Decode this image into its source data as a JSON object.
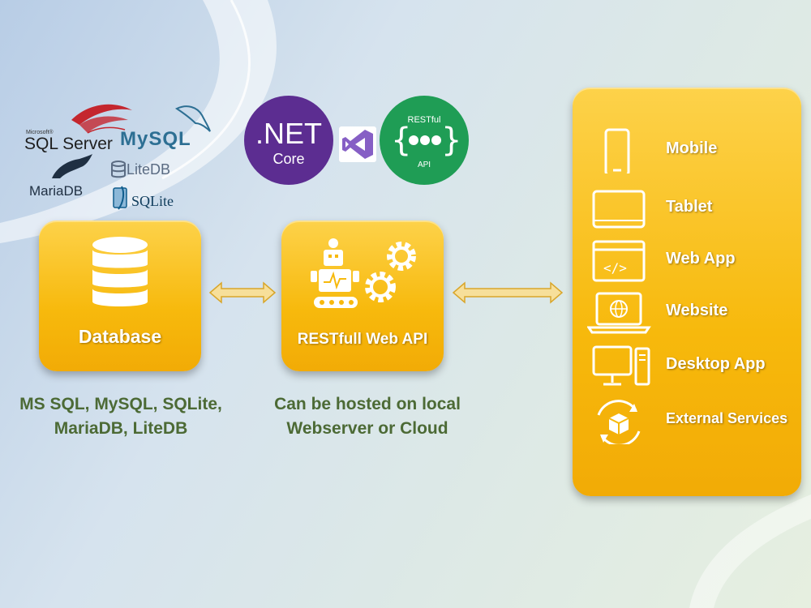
{
  "logos": {
    "sqlserver_small": "Microsoft®",
    "sqlserver": "SQL Server",
    "mysql": "MySQL",
    "mariadb": "MariaDB",
    "litedb": "LiteDB",
    "sqlite": "SQLite",
    "netcore_main": ".NET",
    "netcore_sub": "Core",
    "restful_top": "RESTful",
    "restful_bottom": "API"
  },
  "database": {
    "title": "Database",
    "caption_line1": "MS SQL, MySQL, SQLite,",
    "caption_line2": "MariaDB, LiteDB"
  },
  "api": {
    "title": "RESTfull Web API",
    "caption_line1": "Can be hosted on local",
    "caption_line2": "Webserver or Cloud"
  },
  "clients": [
    {
      "label": "Mobile",
      "icon": "mobile-icon"
    },
    {
      "label": "Tablet",
      "icon": "tablet-icon"
    },
    {
      "label": "Web App",
      "icon": "web-app-icon"
    },
    {
      "label": "Website",
      "icon": "website-icon"
    },
    {
      "label": "Desktop App",
      "icon": "desktop-icon"
    },
    {
      "label": "External Services",
      "icon": "external-services-icon"
    }
  ],
  "colors": {
    "card": "#f7b90c",
    "caption": "#4c6a35",
    "netcore": "#5c2d91",
    "restful": "#1f9d55",
    "visual_studio": "#865fc5"
  }
}
